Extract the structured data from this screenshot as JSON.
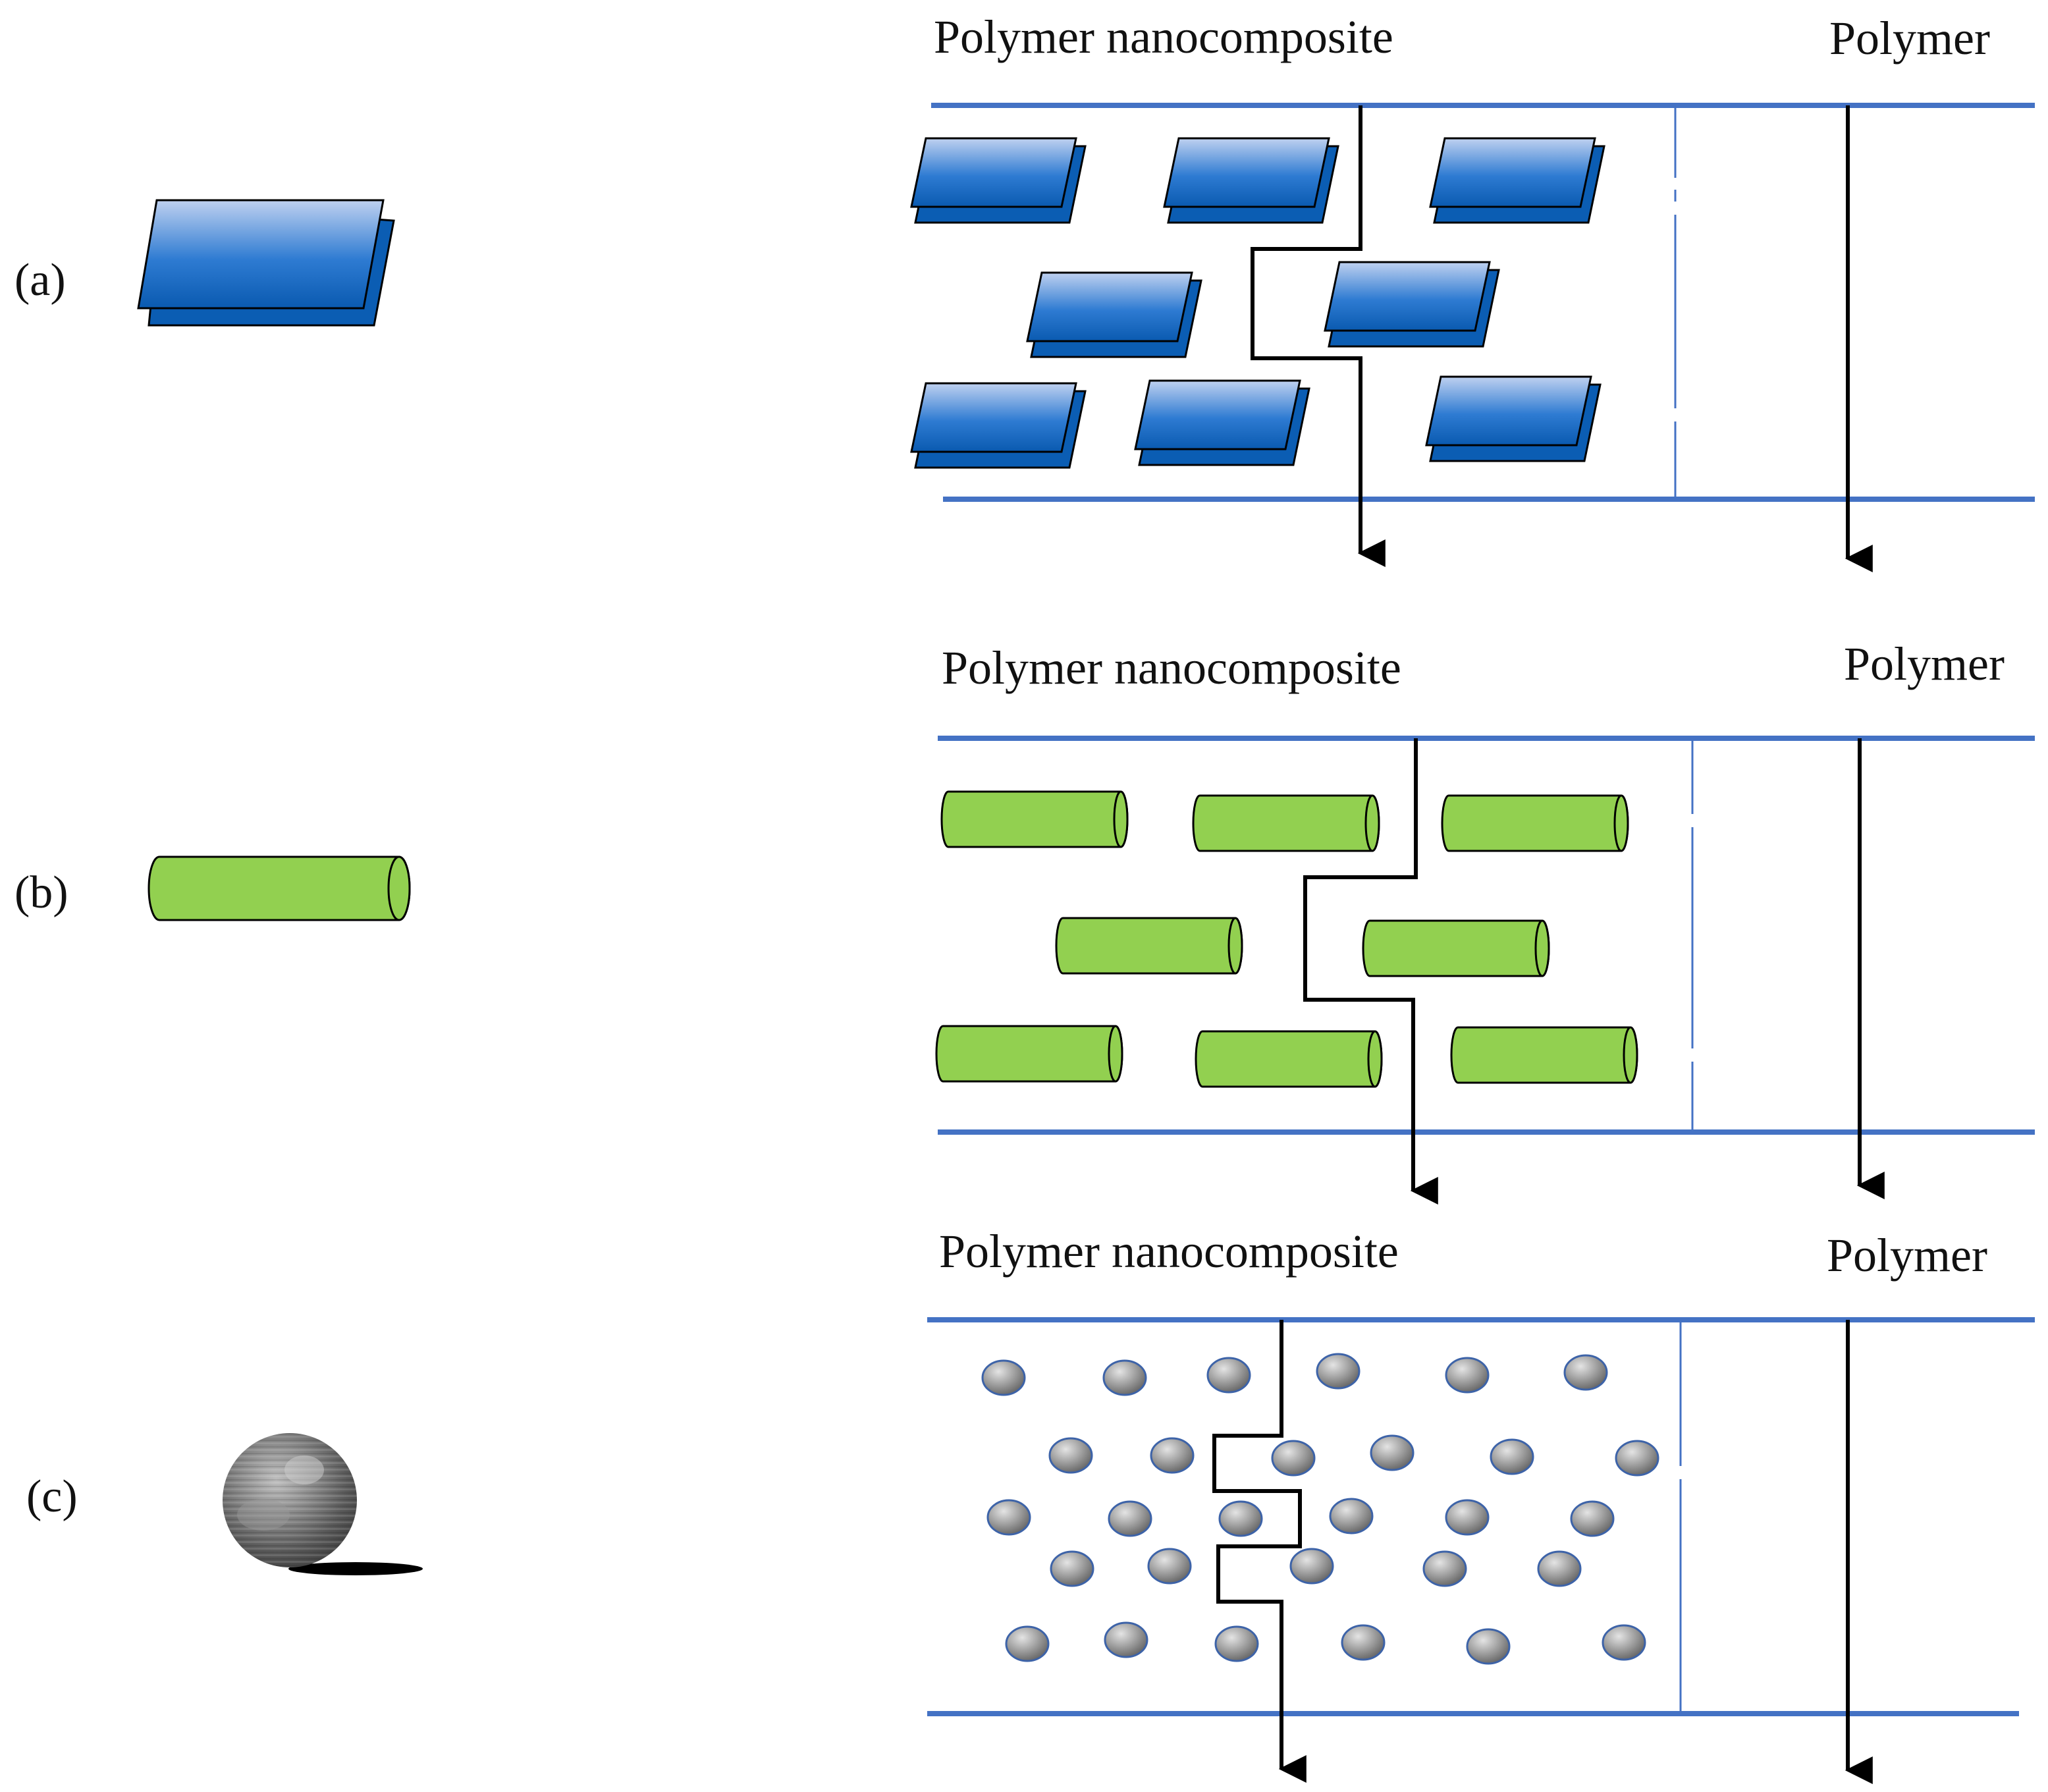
{
  "panels": [
    {
      "id": "a",
      "label": "(a)",
      "left_title": "Polymer nanocomposite",
      "right_title": "Polymer",
      "filler_shape": "platelet"
    },
    {
      "id": "b",
      "label": "(b)",
      "left_title": "Polymer nanocomposite",
      "right_title": "Polymer",
      "filler_shape": "cylinder"
    },
    {
      "id": "c",
      "label": "(c)",
      "left_title": "Polymer nanocomposite",
      "right_title": "Polymer",
      "filler_shape": "sphere"
    }
  ],
  "colors": {
    "boundary": "#4472C4",
    "platelet_dark": "#0B5DB3",
    "platelet_light": "#B8CCEE",
    "rod_fill": "#92D050",
    "sphere_light": "#C8C8C8",
    "sphere_dark": "#6E6E6E",
    "sphere_stroke": "#3D63A8",
    "path": "#000000"
  }
}
